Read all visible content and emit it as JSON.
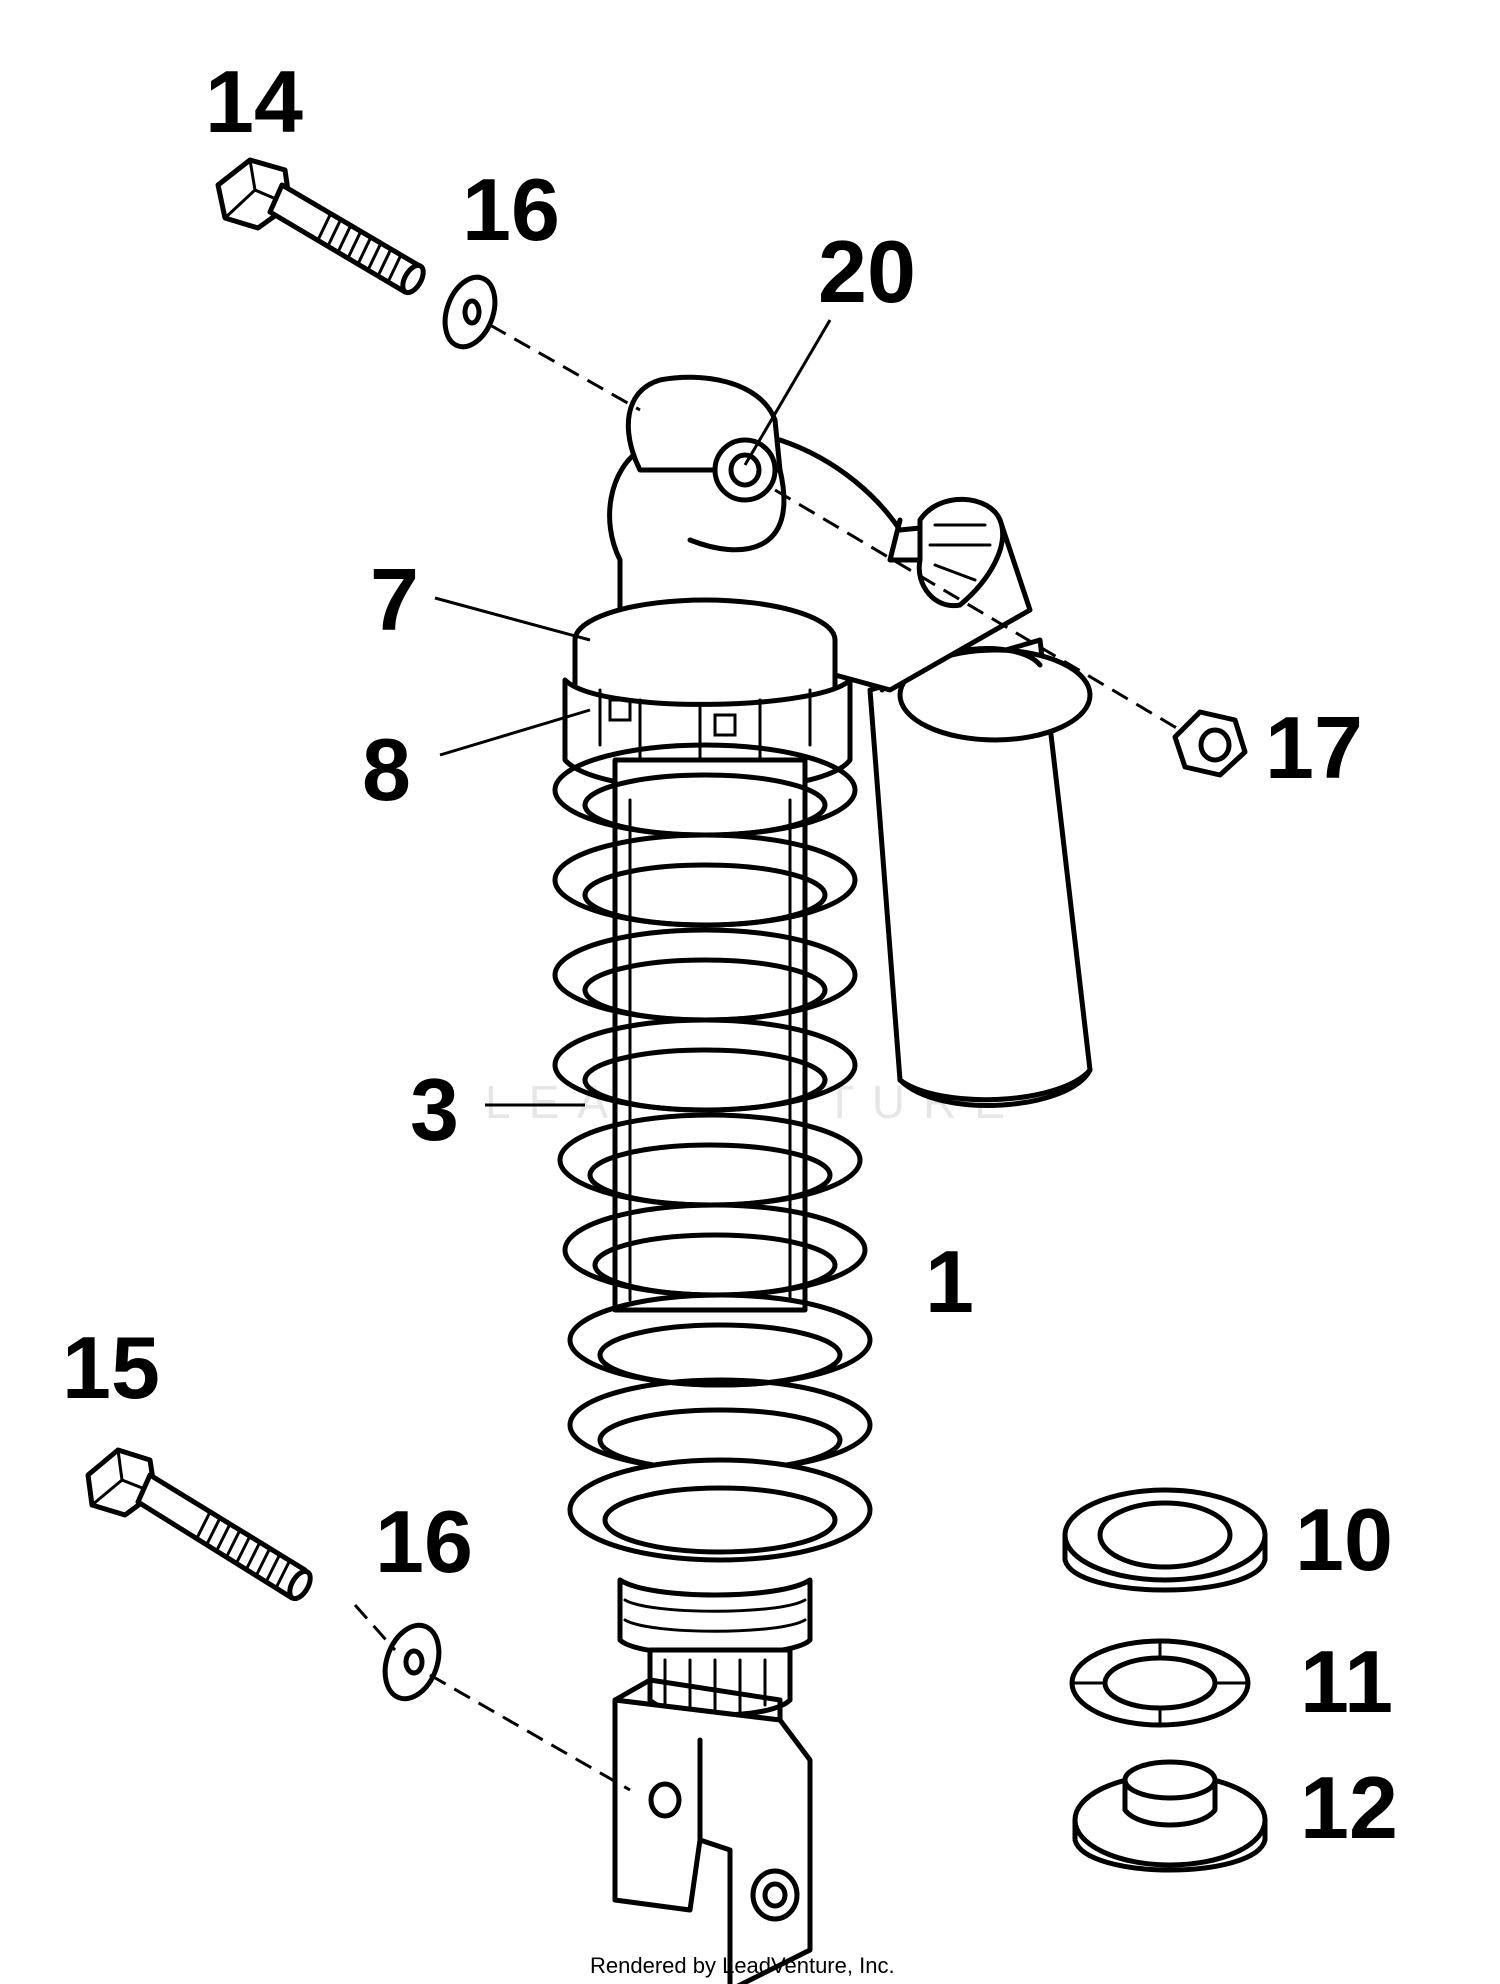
{
  "diagram": {
    "callouts": {
      "c14": "14",
      "c16a": "16",
      "c20": "20",
      "c7": "7",
      "c8": "8",
      "c17": "17",
      "c3": "3",
      "c1": "1",
      "c15": "15",
      "c16b": "16",
      "c10": "10",
      "c11": "11",
      "c12": "12"
    },
    "watermark": "LEADVENTURE",
    "footer": "Rendered by LeadVenture, Inc."
  },
  "colors": {
    "line": "#000000",
    "background": "#ffffff",
    "watermark": "#e6e6e6"
  }
}
